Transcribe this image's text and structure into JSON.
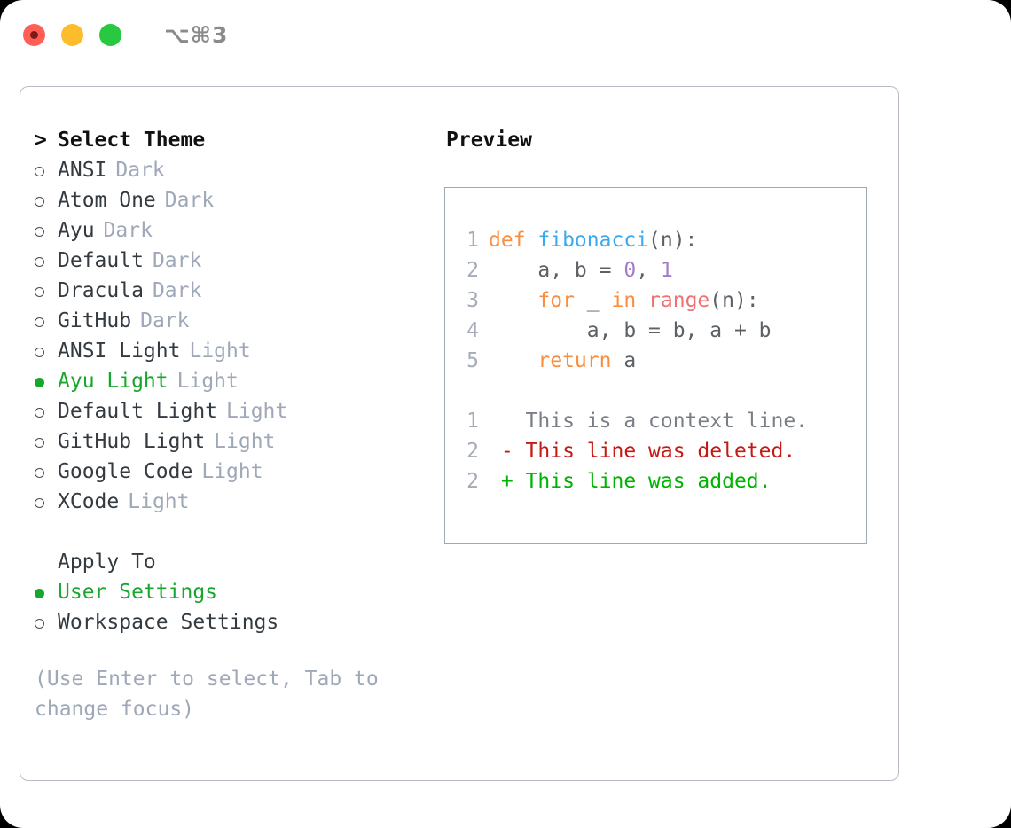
{
  "titlebar": {
    "shortcut": "⌥⌘3",
    "buttons": [
      {
        "name": "close",
        "color": "#ff5f57"
      },
      {
        "name": "minimize",
        "color": "#fdbc2c"
      },
      {
        "name": "maximize",
        "color": "#28c840"
      }
    ]
  },
  "theme_list": {
    "header": "Select Theme",
    "prompt": ">",
    "items": [
      {
        "label": "ANSI",
        "tag": "Dark",
        "selected": false
      },
      {
        "label": "Atom One",
        "tag": "Dark",
        "selected": false
      },
      {
        "label": "Ayu",
        "tag": "Dark",
        "selected": false
      },
      {
        "label": "Default",
        "tag": "Dark",
        "selected": false
      },
      {
        "label": "Dracula",
        "tag": "Dark",
        "selected": false
      },
      {
        "label": "GitHub",
        "tag": "Dark",
        "selected": false
      },
      {
        "label": "ANSI Light",
        "tag": "Light",
        "selected": false
      },
      {
        "label": "Ayu Light",
        "tag": "Light",
        "selected": true
      },
      {
        "label": "Default Light",
        "tag": "Light",
        "selected": false
      },
      {
        "label": "GitHub Light",
        "tag": "Light",
        "selected": false
      },
      {
        "label": "Google Code",
        "tag": "Light",
        "selected": false
      },
      {
        "label": "XCode",
        "tag": "Light",
        "selected": false
      }
    ]
  },
  "apply_to": {
    "header": "Apply To",
    "items": [
      {
        "label": "User Settings",
        "selected": true
      },
      {
        "label": "Workspace Settings",
        "selected": false
      }
    ]
  },
  "hint": "(Use Enter to select, Tab to change focus)",
  "preview": {
    "title": "Preview",
    "code_lines": [
      {
        "n": "1",
        "tokens": [
          {
            "t": "def ",
            "c": "kw"
          },
          {
            "t": "fibonacci",
            "c": "fn"
          },
          {
            "t": "(n):",
            "c": "pl"
          }
        ]
      },
      {
        "n": "2",
        "tokens": [
          {
            "t": "    a, b = ",
            "c": "pl"
          },
          {
            "t": "0",
            "c": "num"
          },
          {
            "t": ", ",
            "c": "pl"
          },
          {
            "t": "1",
            "c": "num"
          }
        ]
      },
      {
        "n": "3",
        "tokens": [
          {
            "t": "    ",
            "c": "pl"
          },
          {
            "t": "for",
            "c": "kw"
          },
          {
            "t": " _ ",
            "c": "pl"
          },
          {
            "t": "in",
            "c": "kw"
          },
          {
            "t": " ",
            "c": "pl"
          },
          {
            "t": "range",
            "c": "bi"
          },
          {
            "t": "(n):",
            "c": "pl"
          }
        ]
      },
      {
        "n": "4",
        "tokens": [
          {
            "t": "        a, b = b, a + b",
            "c": "pl"
          }
        ]
      },
      {
        "n": "5",
        "tokens": [
          {
            "t": "    ",
            "c": "pl"
          },
          {
            "t": "return",
            "c": "kw"
          },
          {
            "t": " a",
            "c": "pl"
          }
        ]
      }
    ],
    "diff_lines": [
      {
        "n": "1",
        "marker": " ",
        "text": "This is a context line.",
        "kind": "ctx"
      },
      {
        "n": "2",
        "marker": "-",
        "text": "This line was deleted.",
        "kind": "del"
      },
      {
        "n": "2",
        "marker": "+",
        "text": "This line was added.",
        "kind": "add"
      }
    ]
  },
  "colors": {
    "accent_green": "#16a72c",
    "keyword": "#fa8d3e",
    "function": "#39a9f2",
    "number": "#a37acc",
    "builtin": "#f07171",
    "muted": "#9fa8b8",
    "diff_deleted": "#c41a16",
    "diff_added": "#00b300"
  }
}
